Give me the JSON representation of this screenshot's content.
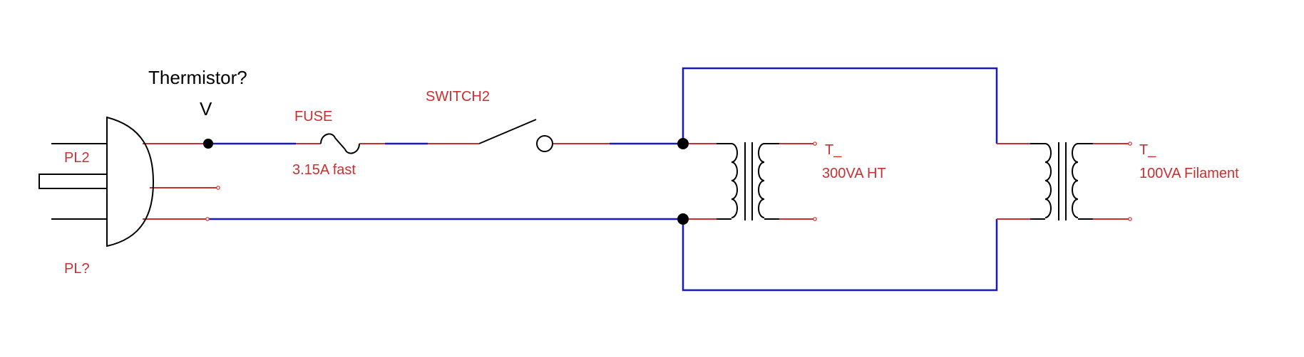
{
  "colors": {
    "wire_blue": "#1818c8",
    "wire_red": "#c83030",
    "label_red": "#c83030",
    "symbol_black": "#000000",
    "background": "#ffffff"
  },
  "labels": {
    "thermistor": "Thermistor?",
    "thermistor_marker": "V",
    "fuse": "FUSE",
    "fuse_rating": "3.15A fast",
    "switch": "SWITCH2",
    "plug_top": "PL2",
    "plug_bottom": "PL?",
    "t1_ref": "T_",
    "t1_desc": "300VA HT",
    "t2_ref": "T_",
    "t2_desc": "100VA Filament"
  },
  "components": [
    {
      "ref": "PL2",
      "kind": "mains-plug"
    },
    {
      "ref": "Thermistor?",
      "kind": "thermistor"
    },
    {
      "ref": "FUSE",
      "kind": "fuse",
      "value": "3.15A fast"
    },
    {
      "ref": "SWITCH2",
      "kind": "switch"
    },
    {
      "ref": "T_",
      "kind": "transformer",
      "value": "300VA HT"
    },
    {
      "ref": "T_",
      "kind": "transformer",
      "value": "100VA Filament"
    }
  ]
}
